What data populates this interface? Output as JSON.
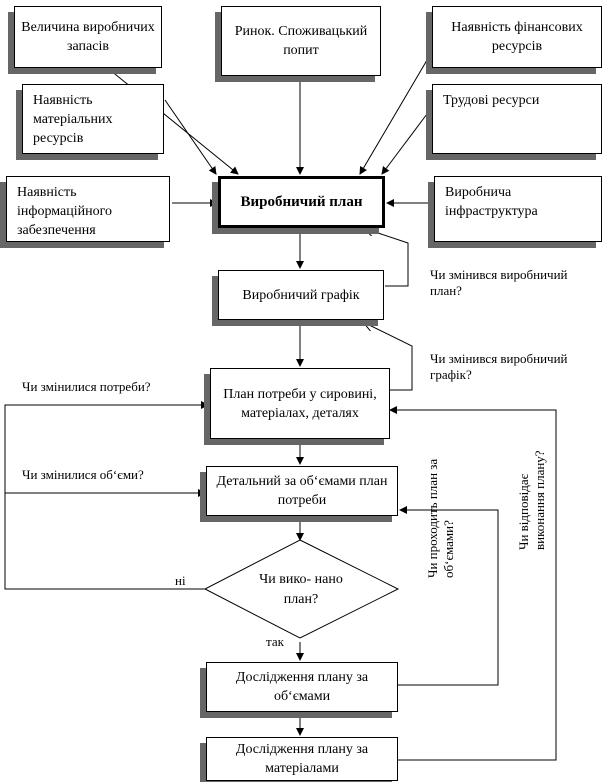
{
  "nodes": {
    "inventory": "Величина виробничих запасів",
    "market": "Ринок. Споживацький попит",
    "finance": "Наявність фінансових ресурсів",
    "materials": "Наявність матеріальних ресурсів",
    "labor": "Трудові ресурси",
    "info": "Наявність інформаційного забезпечення",
    "plan": "Виробничий план",
    "infrastructure": "Виробнича інфраструктура",
    "schedule": "Виробничий графік",
    "needs": "План потреби у сировині, матеріалах, деталях",
    "detailed": "Детальний за об‘ємами план потреби",
    "decision": "Чи вико- нано план?",
    "study_volumes": "Дослідження плану за об‘ємами",
    "study_materials": "Дослідження плану за матеріалами"
  },
  "labels": {
    "plan_changed": "Чи змінився виробничий план?",
    "schedule_changed": "Чи змінився виробничий графік?",
    "needs_changed": "Чи змінилися потреби?",
    "volumes_changed": "Чи змінилися об‘єми?",
    "no": "ні",
    "yes": "так",
    "volume_check": "Чи проходить план за об‘ємами?",
    "execution_check": "Чи відповідає виконання плану?"
  }
}
